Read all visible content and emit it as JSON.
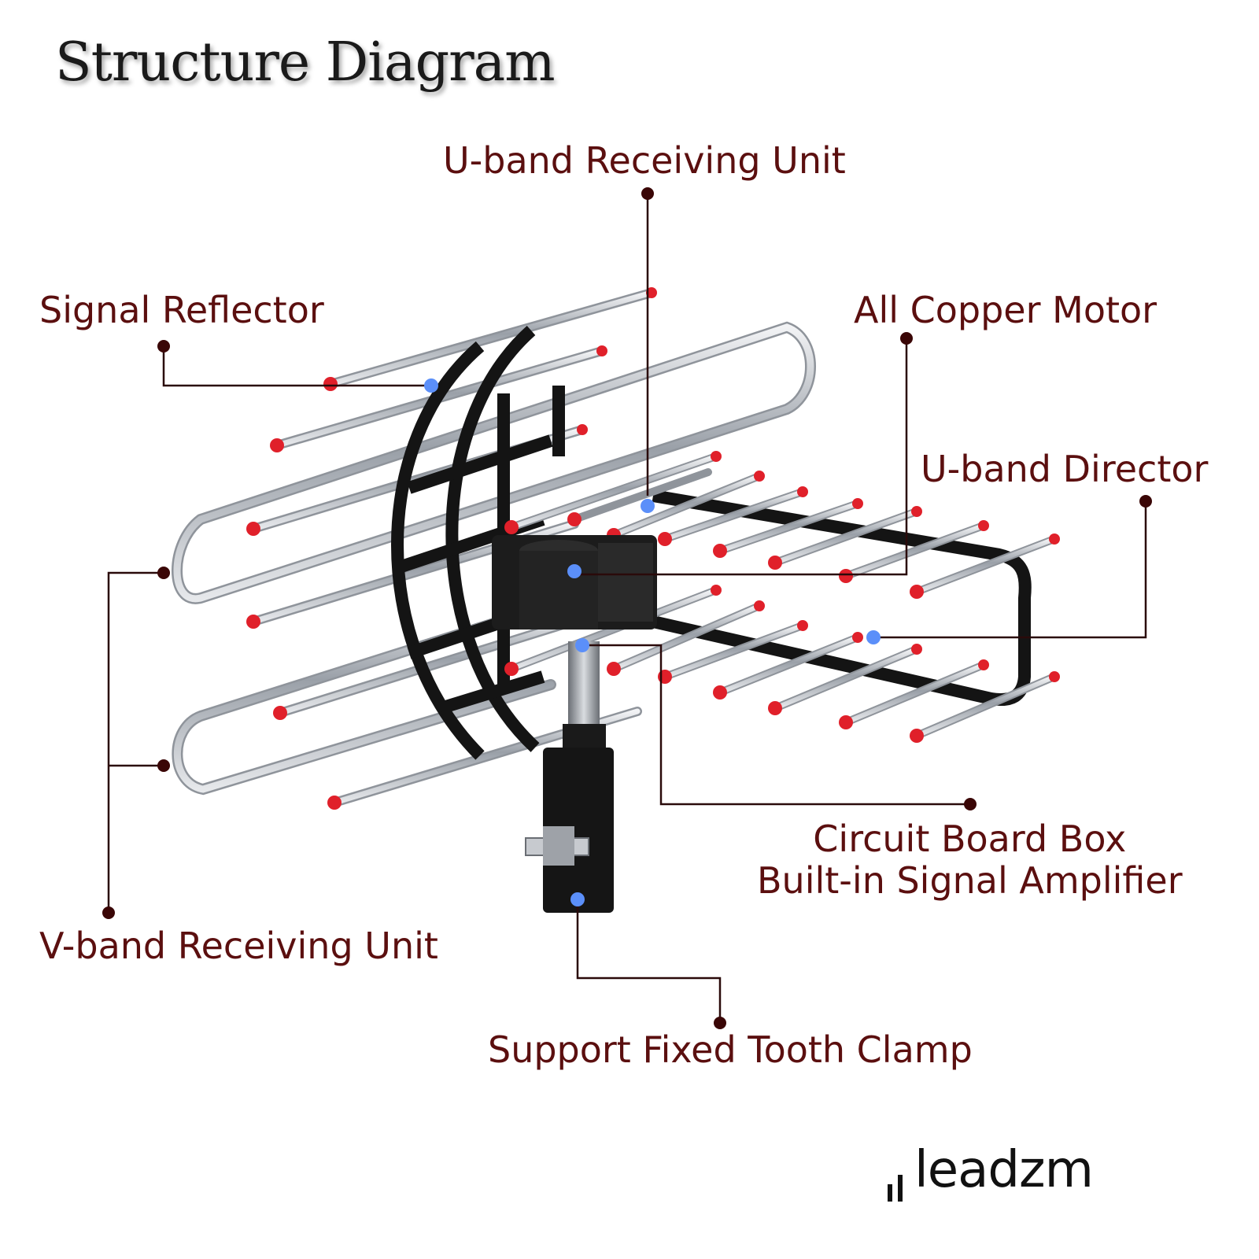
{
  "title": "Structure Diagram",
  "labels": {
    "u_band_receiving_unit": "U-band Receiving Unit",
    "signal_reflector": "Signal Reflector",
    "all_copper_motor": "All Copper Motor",
    "u_band_director": "U-band Director",
    "v_band_receiving_unit": "V-band Receiving Unit",
    "circuit_board_box_line1": "Circuit Board Box",
    "circuit_board_box_line2": "Built-in Signal Amplifier",
    "support_clamp": "Support Fixed Tooth Clamp"
  },
  "brand": {
    "name": "leadzm"
  },
  "colors": {
    "label_text": "#5b0f0f",
    "leader_line": "#2a0a0a",
    "marker_dot": "#3a0606",
    "point_dot": "#5b8ff9",
    "element_tip": "#e0202a",
    "frame": "#141414",
    "chrome": "#b8bcc2"
  },
  "icons": [
    "antenna-illustration",
    "leader-dot",
    "brand-bars-icon"
  ]
}
